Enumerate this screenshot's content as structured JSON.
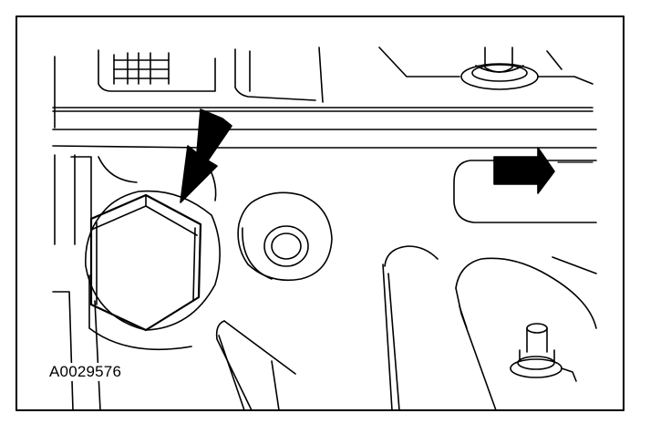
{
  "figure": {
    "id_label": "A0029576",
    "line_color": "#000000",
    "background_color": "#ffffff",
    "callouts": [
      {
        "name": "location-arrow",
        "points_to": "hex-bolt"
      },
      {
        "name": "direction-arrow",
        "direction": "right"
      }
    ]
  }
}
